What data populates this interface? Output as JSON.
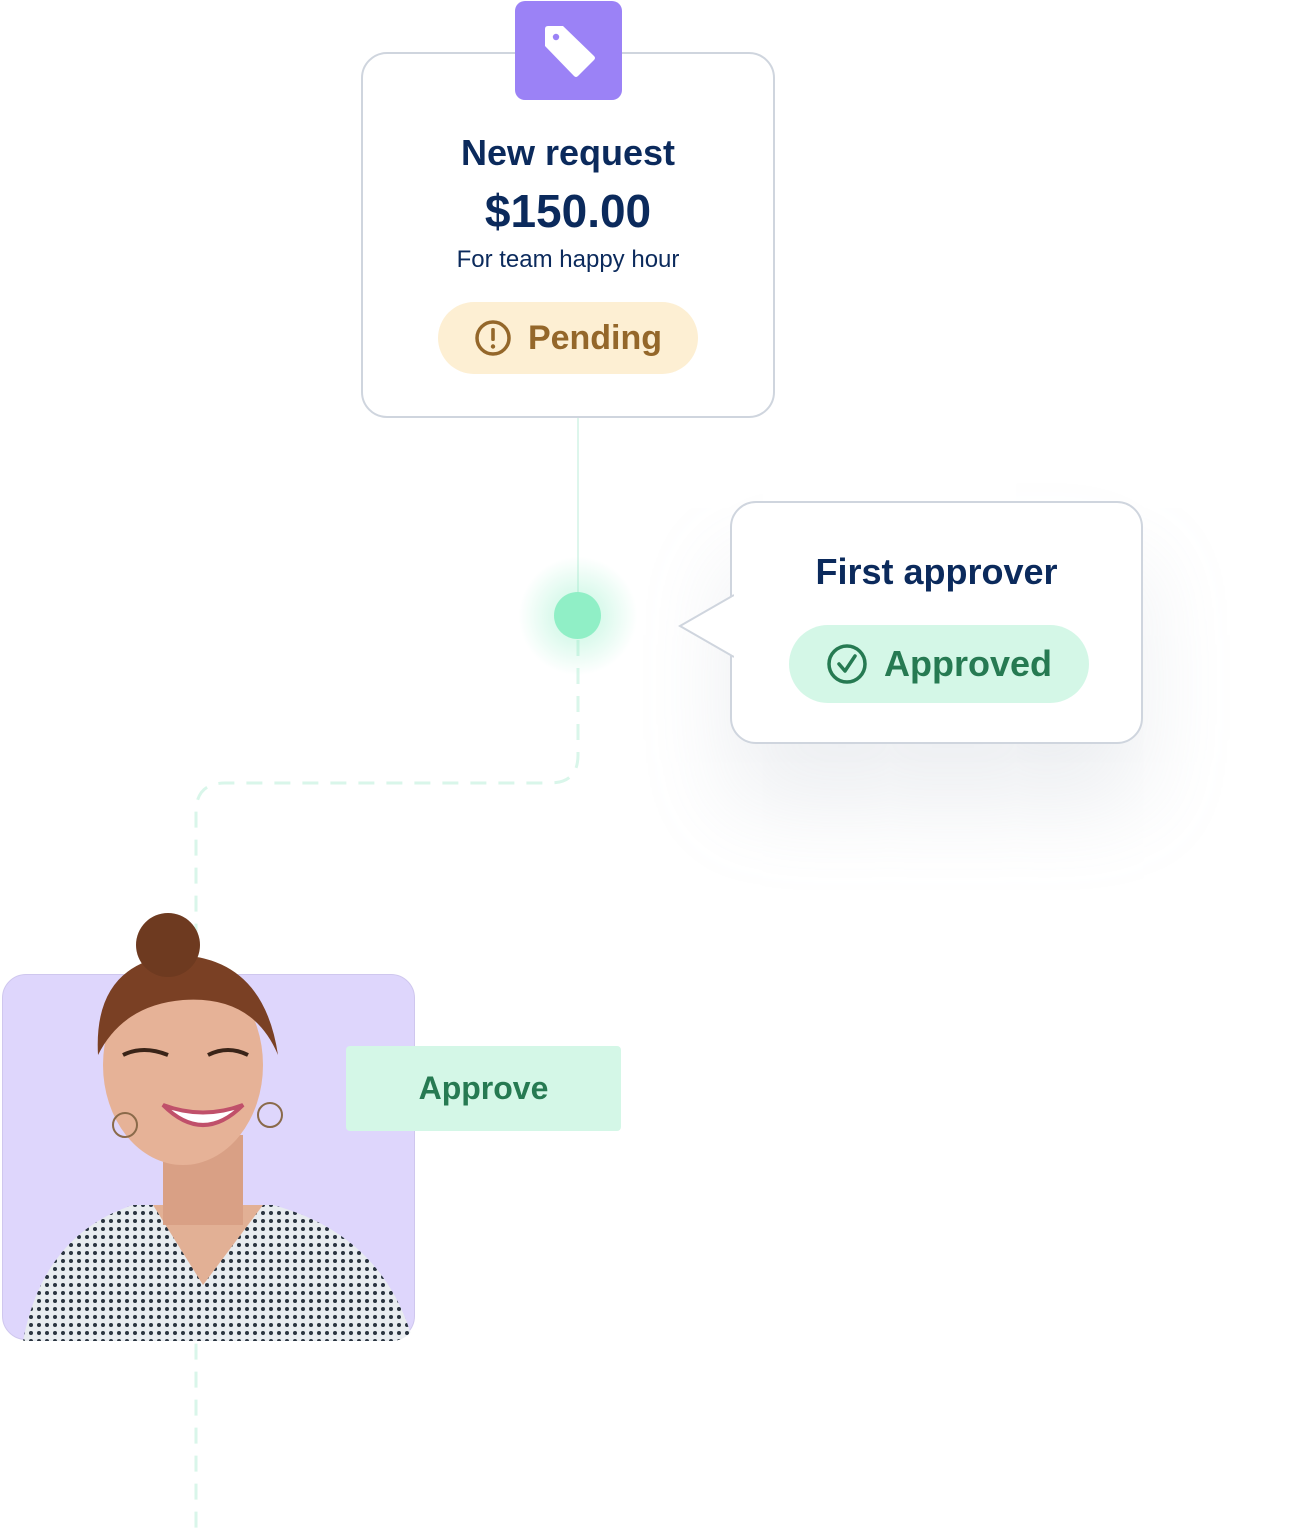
{
  "request_card": {
    "icon": "tag-icon",
    "title": "New request",
    "amount": "$150.00",
    "description": "For team happy hour",
    "status": {
      "label": "Pending",
      "icon": "alert-circle-icon",
      "color": "#94672a"
    }
  },
  "approver_card": {
    "title": "First approver",
    "status": {
      "label": "Approved",
      "icon": "check-circle-icon",
      "color": "#267a52"
    }
  },
  "approver_photo": {
    "icon": "person-avatar"
  },
  "action": {
    "approve_label": "Approve"
  },
  "colors": {
    "accent_purple": "#9b82f6",
    "navy": "#0b2a5c",
    "green": "#90efc6"
  }
}
